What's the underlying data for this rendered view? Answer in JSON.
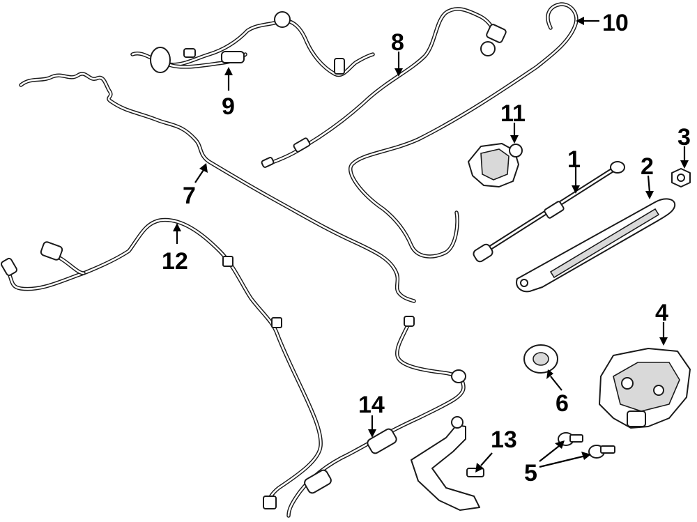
{
  "diagram": {
    "callouts": {
      "c1": "1",
      "c2": "2",
      "c3": "3",
      "c4": "4",
      "c5": "5",
      "c6": "6",
      "c7": "7",
      "c8": "8",
      "c9": "9",
      "c10": "10",
      "c11": "11",
      "c12": "12",
      "c13": "13",
      "c14": "14"
    },
    "colors": {
      "line": "#1a1a1a",
      "background": "#ffffff",
      "shade": "#d9d9d9"
    }
  }
}
